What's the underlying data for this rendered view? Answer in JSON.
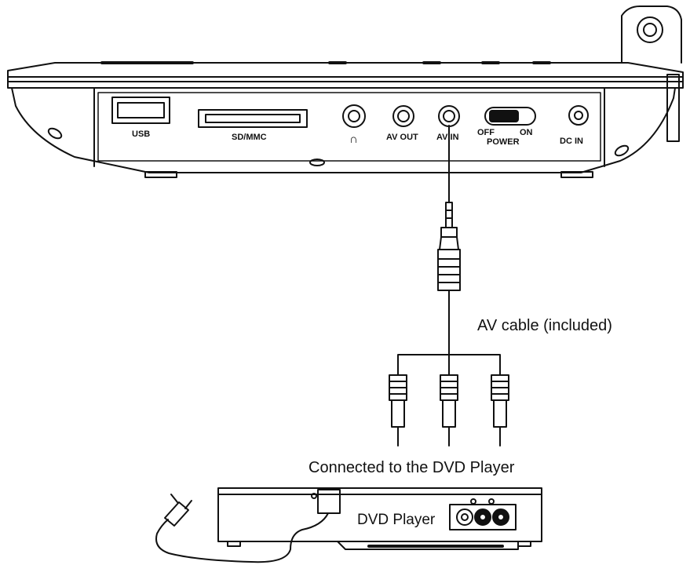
{
  "device_ports": {
    "usb": "USB",
    "sd_mmc": "SD/MMC",
    "headphone_symbol": "∩",
    "av_out": "AV OUT",
    "av_in": "AV IN",
    "switch_off": "OFF",
    "switch_on": "ON",
    "power": "POWER",
    "dc_in": "DC IN"
  },
  "annotations": {
    "cable": "AV cable (included)",
    "connected": "Connected to the DVD Player"
  },
  "dvd_player": {
    "label": "DVD Player"
  },
  "colors": {
    "line": "#111111",
    "background": "#ffffff"
  }
}
